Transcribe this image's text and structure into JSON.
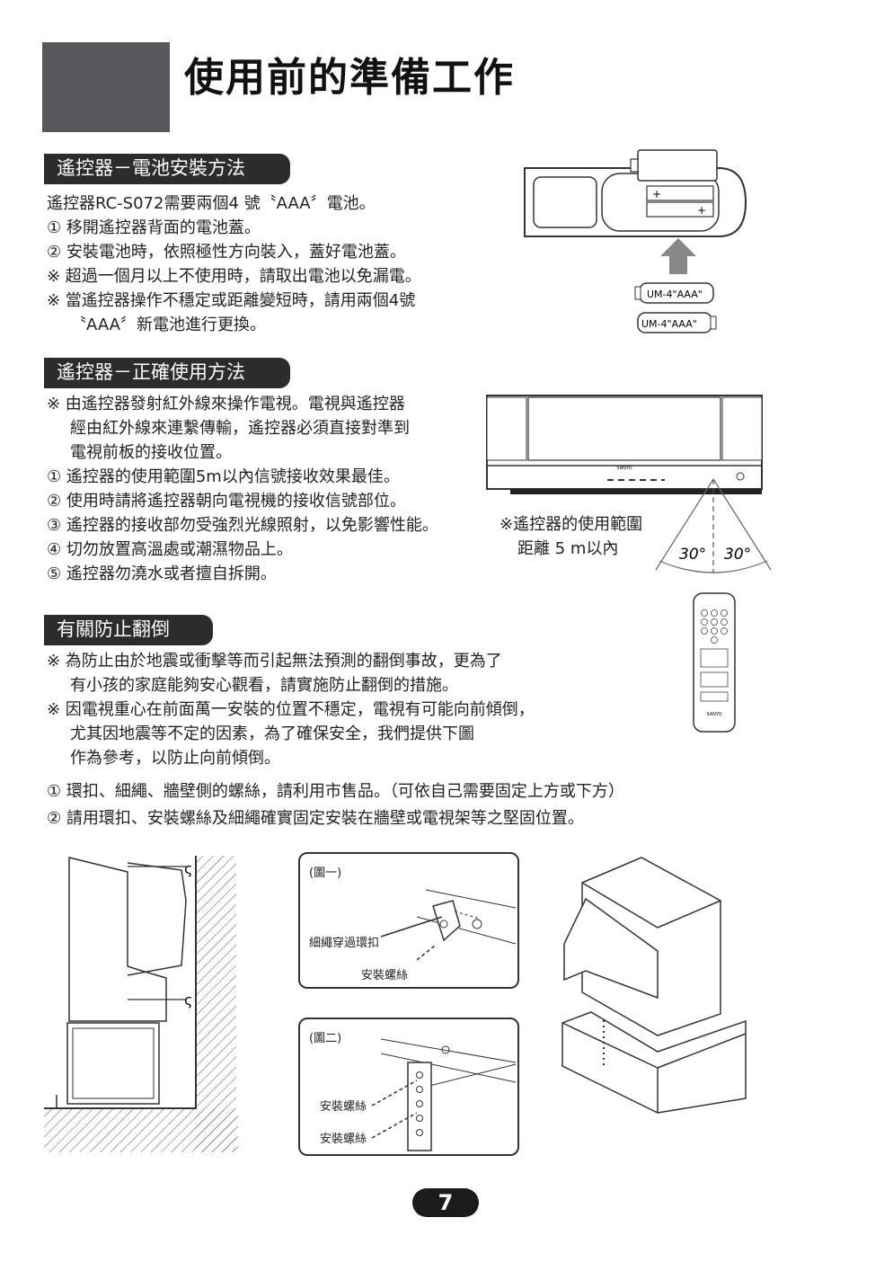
{
  "page_title": "使用前的準備工作",
  "section1": {
    "header": "遙控器－電池安裝方法",
    "lines": [
      "遙控器RC-S072需要兩個4 號〝AAA〞電池。",
      "① 移開遙控器背面的電池蓋。",
      "② 安裝電池時，依照極性方向裝入，蓋好電池蓋。",
      "※ 超過一個月以上不使用時，請取出電池以免漏電。",
      "※ 當遙控器操作不穩定或距離變短時，請用兩個4號",
      "〝AAA〞新電池進行更換。"
    ],
    "battery_labels": [
      "UM-4\"AAA\"",
      "UM-4\"AAA\""
    ]
  },
  "section2": {
    "header": "遙控器－正確使用方法",
    "lines": [
      "※ 由遙控器發射紅外線來操作電視。電視與遙控器",
      "經由紅外線來連繫傳輸，遙控器必須直接對準到",
      "電視前板的接收位置。",
      "① 遙控器的使用範圍5m以內信號接收效果最佳。",
      "② 使用時請將遙控器朝向電視機的接收信號部位。",
      "③ 遙控器的接收部勿受強烈光線照射，以免影響性能。",
      "④ 切勿放置高溫處或潮濕物品上。",
      "⑤ 遙控器勿澆水或者擅自拆開。"
    ],
    "range_note": [
      "※遙控器的使用範圍",
      "距離 5 m以內"
    ],
    "angle_left": "30°",
    "angle_right": "30°",
    "tv_brand": "SANYO",
    "remote_brand": "SANYO"
  },
  "section3": {
    "header": "有關防止翻倒",
    "lines": [
      "※ 為防止由於地震或衝擊等而引起無法預測的翻倒事故，更為了",
      "有小孩的家庭能夠安心觀看，請實施防止翻倒的措施。",
      "※ 因電視重心在前面萬一安裝的位置不穩定，電視有可能向前傾倒，",
      "尤其因地震等不定的因素，為了確保安全，我們提供下圖",
      "作為參考，以防止向前傾倒。"
    ],
    "steps": [
      "① 環扣、細繩、牆壁側的螺絲，請利用市售品。（可依自己需要固定上方或下方）",
      "② 請用環扣、安裝螺絲及細繩確實固定安裝在牆壁或電視架等之堅固位置。"
    ]
  },
  "figure1": {
    "label": "(圖一)",
    "rope_label": "細繩穿過環扣",
    "screw_label": "安裝螺絲"
  },
  "figure2": {
    "label": "(圖二)",
    "screw_label_1": "安裝螺絲",
    "screw_label_2": "安裝螺絲"
  },
  "page_number": "7"
}
